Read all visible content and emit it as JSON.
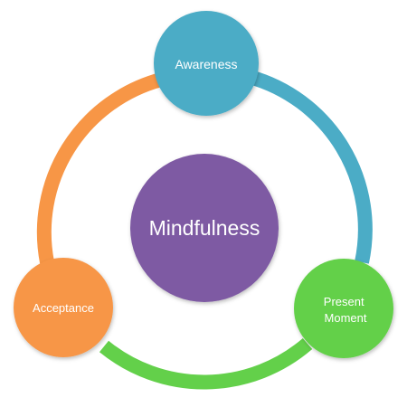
{
  "diagram": {
    "center": {
      "label": "Mindfulness",
      "color": "#7E5AA3"
    },
    "nodes": [
      {
        "id": "awareness",
        "lines": [
          "Awareness"
        ],
        "color": "#4BACC6"
      },
      {
        "id": "present-moment",
        "lines": [
          "Present",
          "Moment"
        ],
        "color": "#63D04A"
      },
      {
        "id": "acceptance",
        "lines": [
          "Acceptance"
        ],
        "color": "#F79646"
      }
    ],
    "arcs": [
      {
        "from": "awareness",
        "to": "present-moment",
        "color": "#4BACC6"
      },
      {
        "from": "present-moment",
        "to": "acceptance",
        "color": "#63D04A"
      },
      {
        "from": "acceptance",
        "to": "awareness",
        "color": "#F79646"
      }
    ]
  }
}
